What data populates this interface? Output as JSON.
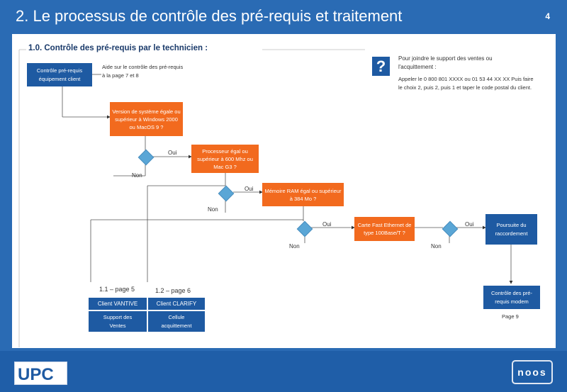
{
  "header": {
    "title": "2. Le processus de contrôle des pré-requis et traitement",
    "page_number": "4"
  },
  "section": {
    "title": "1.0. Contrôle des pré-requis par le technicien :"
  },
  "support": {
    "line1": "Pour joindre le support des ventes ou",
    "line2": "l'acquittement :",
    "line3": "Appeler le 0 800 801 XXXX ou 01 53 44 XX XX Puis faire",
    "line4": "le choix 2, puis 2, puis 1 et taper le code postal du client."
  },
  "flow": {
    "start_box": "Contrôle pré-requis équipement client",
    "help_text": "Aide sur le contrôle des pré-requis à la page 7 et 8",
    "os_question": "Version de système égale ou supérieur à Windows 2000 ou MacOS 9 ?",
    "cpu_question": "Processeur égal ou supérieur à 600 Mhz ou Mac G3 ?",
    "ram_question": "Mémoire RAM égal ou supérieur à 384 Mo ?",
    "ethernet_question": "Carte Fast Ethernet de type 100Base/T ?",
    "continue_box": "Poursuite du raccordement",
    "modem_box": "Contrôle des pré-requis modem",
    "modem_page": "Page 9",
    "yes": "Oui",
    "no": "Non"
  },
  "clients": {
    "ref1": "1.1 – page 5",
    "ref2": "1.2 – page 6",
    "vantive_header": "Client VANTIVE",
    "clarify_header": "Client CLARIFY",
    "vantive_body": "Support des Ventes",
    "clarify_body": "Cellule acquittement"
  },
  "logos": {
    "left": "UPC",
    "right": "noos"
  },
  "colors": {
    "brand_blue": "#2a6bb4",
    "box_blue": "#1e5aa2",
    "orange": "#f26a1e",
    "diamond": "#5aa6d6"
  }
}
